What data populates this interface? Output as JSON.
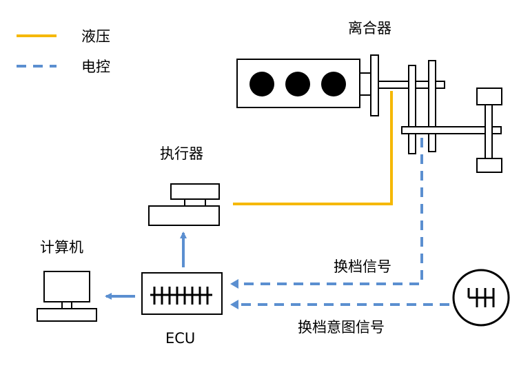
{
  "legend": {
    "hydraulic": {
      "label": "液压",
      "color": "#F5B800"
    },
    "electric": {
      "label": "电控",
      "color": "#5B8FD0"
    }
  },
  "labels": {
    "clutch": "离合器",
    "actuator": "执行器",
    "computer": "计算机",
    "ecu": "ECU",
    "shift_signal": "换档信号",
    "shift_intent_signal": "换档意图信号"
  },
  "colors": {
    "outline": "#000000",
    "hydraulic": "#F5B800",
    "electric": "#5B8FD0"
  },
  "icons": {
    "engine": "engine-icon",
    "gearbox": "gearbox-icon",
    "actuator": "actuator-icon",
    "ecu": "ecu-chip-icon",
    "computer": "computer-icon",
    "shifter": "gear-shifter-icon"
  }
}
